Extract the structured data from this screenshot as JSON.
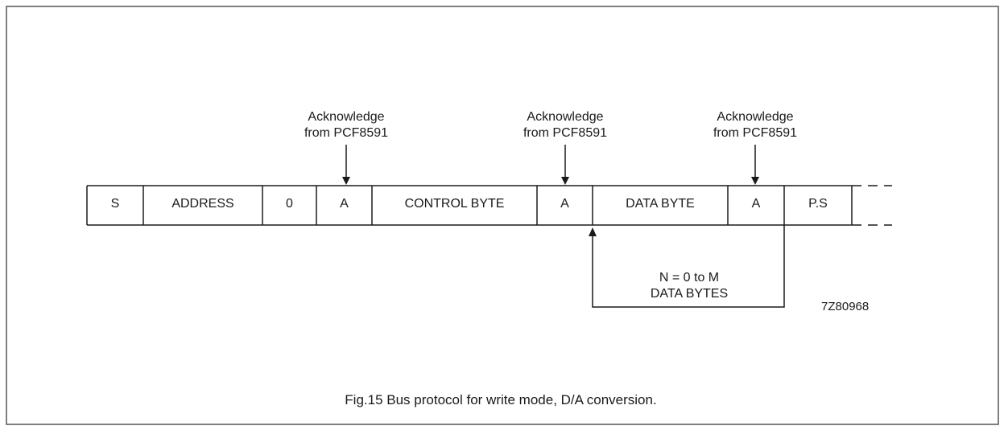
{
  "acknowledges": [
    {
      "line1": "Acknowledge",
      "line2": "from PCF8591"
    },
    {
      "line1": "Acknowledge",
      "line2": "from PCF8591"
    },
    {
      "line1": "Acknowledge",
      "line2": "from PCF8591"
    }
  ],
  "fields": [
    "S",
    "ADDRESS",
    "0",
    "A",
    "CONTROL BYTE",
    "A",
    "DATA BYTE",
    "A",
    "P.S"
  ],
  "loop": {
    "line1": "N = 0 to M",
    "line2": "DATA BYTES"
  },
  "figure_code": "7Z80968",
  "caption": "Fig.15  Bus protocol for write mode, D/A conversion.",
  "colors": {
    "ink": "#1a1a1a",
    "frame": "#444444"
  }
}
